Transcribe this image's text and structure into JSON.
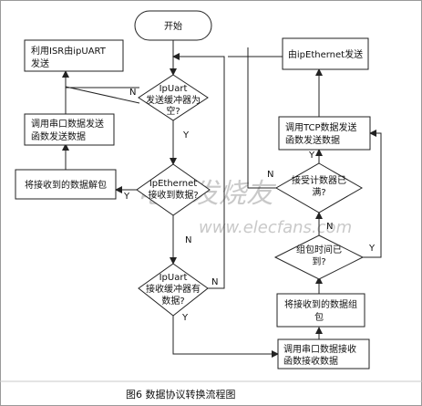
{
  "nodes": {
    "start": "开始",
    "isr_send": [
      "利用ISR由ipUART",
      "发送"
    ],
    "eth_send": "由ipEthernet发送",
    "ipuart_empty": [
      "IpUart",
      "发送缓冲器为",
      "空?"
    ],
    "serial_send": [
      "调用串口数据发送",
      "函数发送数据"
    ],
    "tcp_send": [
      "调用TCP数据发送",
      "函数发送数据"
    ],
    "unpack": "将接收到的数据解包",
    "ipeth_recv": [
      "IpEthernet",
      "接收到数据?"
    ],
    "counter_full": [
      "接受计数器已",
      "满?"
    ],
    "group_time": [
      "组包时间已",
      "到?"
    ],
    "ipuart_recv": [
      "IpUart",
      "接收缓冲器有",
      "数据?"
    ],
    "pack": [
      "将接收到的数据组",
      "包"
    ],
    "serial_recv": [
      "调用串口数据接收",
      "函数接收数据"
    ]
  },
  "labels": {
    "yes": "Y",
    "no": "N"
  },
  "caption": "图6 数据协议转换流程图",
  "watermark": {
    "cn": "电子发烧友",
    "url": "www.elecfans.com"
  }
}
